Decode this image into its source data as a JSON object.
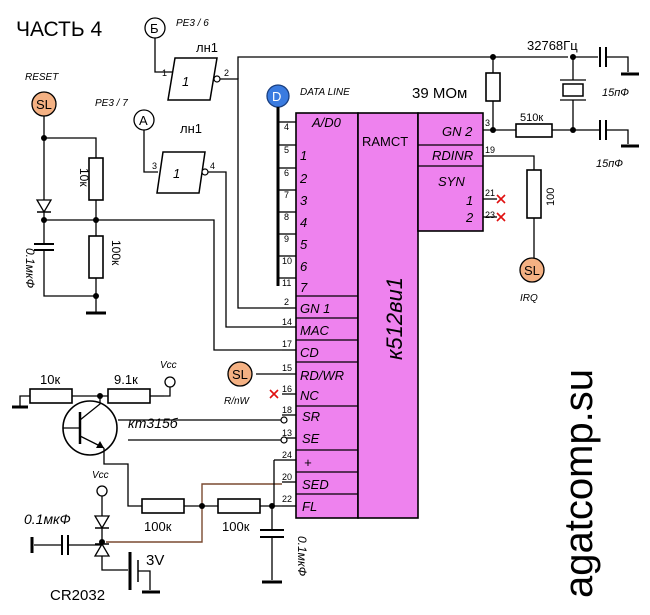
{
  "title": "ЧАСТЬ 4",
  "connectors": {
    "b": "Б",
    "a": "А",
    "d": "D"
  },
  "signals": {
    "pe36": "PE3 / 6",
    "pe37": "PE3 / 7",
    "data_line": "DATA LINE",
    "reset": "RESET",
    "rnw": "R/nW",
    "irq": "IRQ",
    "vcc1": "Vcc",
    "vcc2": "Vcc"
  },
  "sl_label": "SL",
  "gates": {
    "g1_name": "лн1",
    "g2_name": "лн1",
    "g_symbol": "1"
  },
  "components": {
    "crystal": "32768Гц",
    "r_39m": "39 МОм",
    "r_510k": "510к",
    "c_15pf_top": "15пФ",
    "c_15pf_bot": "15пФ",
    "r_100_irq": "100",
    "r_10k_reset": "10к",
    "r_100k_reset": "100к",
    "c_01_reset": "0.1мкФ",
    "r_10k_bias": "10к",
    "r_91k": "9.1к",
    "transistor": "кт315б",
    "r_100k_a": "100к",
    "r_100k_b": "100к",
    "c_01_batt": "0.1мкФ",
    "c_01_fl": "0.1мкФ",
    "battery_v": "3V",
    "battery": "CR2032"
  },
  "chip": {
    "name": "к512ви1",
    "section": "RAMCT",
    "left_pins": [
      {
        "num": "4",
        "label": "A/D0"
      },
      {
        "num": "5",
        "label": "1"
      },
      {
        "num": "6",
        "label": "2"
      },
      {
        "num": "7",
        "label": "3"
      },
      {
        "num": "8",
        "label": "4"
      },
      {
        "num": "9",
        "label": "5"
      },
      {
        "num": "10",
        "label": "6"
      },
      {
        "num": "11",
        "label": "7"
      },
      {
        "num": "2",
        "label": "GN 1"
      },
      {
        "num": "14",
        "label": "MAC"
      },
      {
        "num": "17",
        "label": "CD"
      },
      {
        "num": "15",
        "label": "RD/WR"
      },
      {
        "num": "16",
        "label": "NC"
      },
      {
        "num": "18",
        "label": "SR"
      },
      {
        "num": "13",
        "label": "SE"
      },
      {
        "num": "24",
        "label": "+"
      },
      {
        "num": "20",
        "label": "SED"
      },
      {
        "num": "22",
        "label": "FL"
      }
    ],
    "right_pins": [
      {
        "num": "3",
        "label": "GN 2"
      },
      {
        "num": "19",
        "label": "RDINR"
      },
      {
        "num": "",
        "label": "SYN"
      },
      {
        "num": "21",
        "label": "1"
      },
      {
        "num": "23",
        "label": "2"
      }
    ]
  },
  "watermark": "agatcomp.su"
}
